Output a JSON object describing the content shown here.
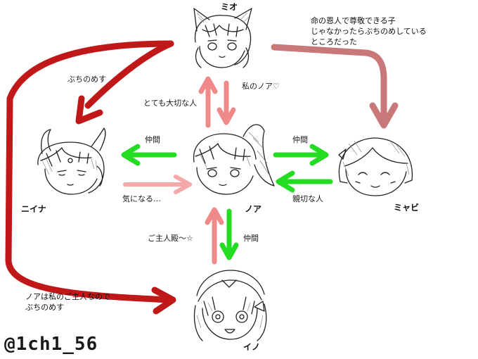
{
  "colors": {
    "dark_red": "#c01818",
    "rose": "#c87878",
    "pink": "#f08a8a",
    "green": "#22dd22",
    "ink": "#1a1a1a"
  },
  "characters": {
    "mio": {
      "name": "ミオ",
      "icon": "cat-eared-girl-icon"
    },
    "nina": {
      "name": "ニイナ",
      "icon": "horned-girl-icon"
    },
    "noa": {
      "name": "ノア",
      "icon": "ponytail-girl-icon"
    },
    "miyabi": {
      "name": "ミャビ",
      "icon": "bob-hair-girl-icon"
    },
    "ino": {
      "name": "イノ",
      "icon": "headband-girl-icon"
    }
  },
  "edges": {
    "mio_to_nina": "ぶちのめす",
    "mio_to_miyabi_lines": [
      "命の恩人で尊敬できる子",
      "じゃなかったらぶちのめしている",
      "ところだった"
    ],
    "noa_to_mio": "とても大切な人",
    "mio_to_noa": "私のノア♡",
    "noa_to_nina": "仲間",
    "nina_to_noa": "気になる…",
    "noa_to_miyabi": "仲間",
    "miyabi_to_noa": "親切な人",
    "ino_to_noa": "ご主人殿〜☆",
    "noa_to_ino": "仲間",
    "nina_to_ino_lines": [
      "ノアは私のご主人なので",
      "ぶちのめす"
    ]
  },
  "watermark": "@1ch1_56"
}
